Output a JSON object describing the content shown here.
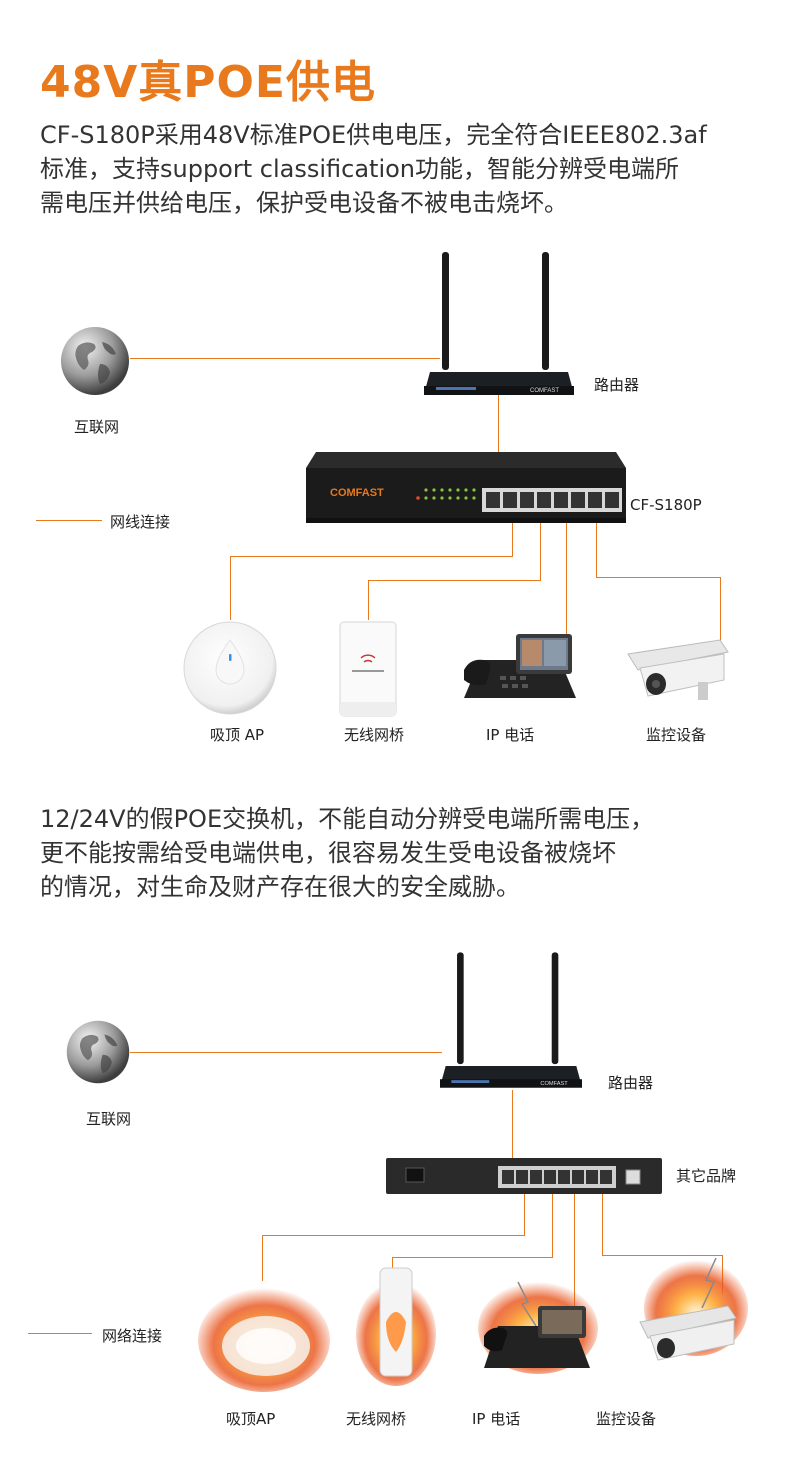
{
  "header": {
    "title": "48V真POE供电",
    "intro_lines": [
      "CF-S180P采用48V标准POE供电电压，完全符合IEEE802.3af",
      "标准，支持support classification功能，智能分辨受电端所",
      "需电压并供给电压，保护受电设备不被电击烧坏。"
    ]
  },
  "diagram1": {
    "internet_label": "互联网",
    "router_label": "路由器",
    "switch_label": "CF-S180P",
    "cable_label": "网线连接",
    "router_brand": "COMFAST",
    "switch_brand": "COMFAST",
    "devices": [
      {
        "label": "吸顶 AP"
      },
      {
        "label": "无线网桥"
      },
      {
        "label": "IP 电话"
      },
      {
        "label": "监控设备"
      }
    ]
  },
  "middle": {
    "lines": [
      "12/24V的假POE交换机，不能自动分辨受电端所需电压，",
      "更不能按需给受电端供电，很容易发生受电设备被烧坏",
      "的情况，对生命及财产存在很大的安全威胁。"
    ]
  },
  "diagram2": {
    "internet_label": "互联网",
    "router_label": "路由器",
    "switch_label": "其它品牌",
    "cable_label": "网络连接",
    "router_brand": "COMFAST",
    "devices": [
      {
        "label": "吸顶AP"
      },
      {
        "label": "无线网桥"
      },
      {
        "label": "IP 电话"
      },
      {
        "label": "监控设备"
      }
    ]
  },
  "colors": {
    "accent": "#e8791d",
    "text": "#333333"
  }
}
